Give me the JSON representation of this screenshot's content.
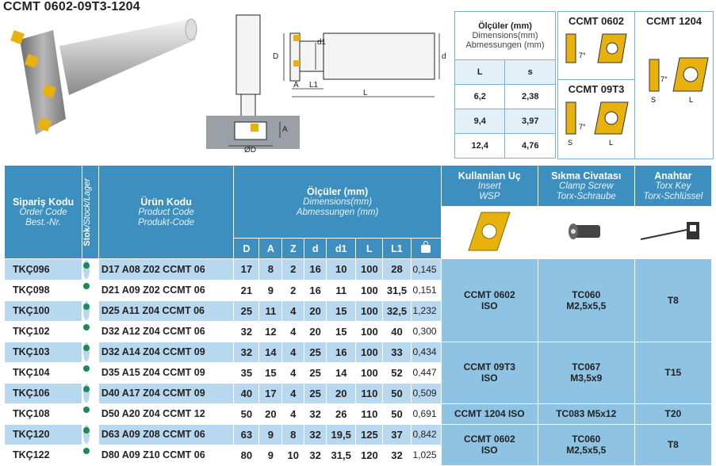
{
  "title": "CCMT 0602-09T3-1204",
  "dims_table": {
    "header_tr": "Ölçüler (mm)",
    "header_en": "Dimensions(mm)",
    "header_de": "Abmessungen (mm)",
    "col_l": "L",
    "col_s": "s",
    "rows": [
      {
        "l": "6,2",
        "s": "2,38"
      },
      {
        "l": "9,4",
        "s": "3,97"
      },
      {
        "l": "12,4",
        "s": "4,76"
      }
    ]
  },
  "insert_labels": {
    "a": "CCMT 0602",
    "b": "CCMT 1204",
    "c": "CCMT 09T3"
  },
  "drawing_labels": {
    "D": "D",
    "A": "A",
    "d1": "d1",
    "d": "d",
    "L1": "L1",
    "L": "L",
    "OD": "ØD",
    "A2": "A",
    "angle": "7°",
    "s": "S",
    "l": "L"
  },
  "headers": {
    "order_tr": "Sipariş Kodu",
    "order_en": "Order Code",
    "order_de": "Best.-Nr.",
    "stock_tr": "Stok",
    "stock_rest": "/Stock/Lager",
    "product_tr": "Ürün Kodu",
    "product_en": "Product Code",
    "product_de": "Produkt-Code",
    "dims_tr": "Ölçüler (mm)",
    "dims_en": "Dimensions(mm)",
    "dims_de": "Abmessungen (mm)",
    "insert_tr": "Kullanılan Uç",
    "insert_en": "Insert",
    "insert_de": "WSP",
    "screw_tr": "Sıkma Civatası",
    "screw_en": "Clamp Screw",
    "screw_de": "Torx-Schraube",
    "key_tr": "Anahtar",
    "key_en": "Torx Key",
    "key_de": "Torx-Schlüssel",
    "cols": [
      "D",
      "A",
      "Z",
      "d",
      "d1",
      "L",
      "L1"
    ]
  },
  "rows": [
    {
      "code": "TKÇ096",
      "prod": "D17 A08 Z02 CCMT 06",
      "D": "17",
      "A": "8",
      "Z": "2",
      "d": "16",
      "d1": "10",
      "L": "100",
      "L1": "28",
      "w": "0,145"
    },
    {
      "code": "TKÇ098",
      "prod": "D21 A09 Z02 CCMT 06",
      "D": "21",
      "A": "9",
      "Z": "2",
      "d": "16",
      "d1": "11",
      "L": "100",
      "L1": "31,5",
      "w": "0,151"
    },
    {
      "code": "TKÇ100",
      "prod": "D25 A11 Z04 CCMT 06",
      "D": "25",
      "A": "11",
      "Z": "4",
      "d": "20",
      "d1": "15",
      "L": "100",
      "L1": "32,5",
      "w": "1,232"
    },
    {
      "code": "TKÇ102",
      "prod": "D32 A12 Z04 CCMT 06",
      "D": "32",
      "A": "12",
      "Z": "4",
      "d": "20",
      "d1": "15",
      "L": "100",
      "L1": "40",
      "w": "0,300"
    },
    {
      "code": "TKÇ103",
      "prod": "D32 A14 Z04 CCMT 09",
      "D": "32",
      "A": "14",
      "Z": "4",
      "d": "25",
      "d1": "16",
      "L": "100",
      "L1": "33",
      "w": "0,434"
    },
    {
      "code": "TKÇ104",
      "prod": "D35 A15 Z04 CCMT 09",
      "D": "35",
      "A": "15",
      "Z": "4",
      "d": "25",
      "d1": "14",
      "L": "100",
      "L1": "52",
      "w": "0,447"
    },
    {
      "code": "TKÇ106",
      "prod": "D40 A17 Z04 CCMT 09",
      "D": "40",
      "A": "17",
      "Z": "4",
      "d": "25",
      "d1": "20",
      "L": "110",
      "L1": "50",
      "w": "0,509"
    },
    {
      "code": "TKÇ108",
      "prod": "D50 A20 Z04 CCMT 12",
      "D": "50",
      "A": "20",
      "Z": "4",
      "d": "32",
      "d1": "26",
      "L": "110",
      "L1": "50",
      "w": "0,691"
    },
    {
      "code": "TKÇ120",
      "prod": "D63 A09 Z08 CCMT 06",
      "D": "63",
      "A": "9",
      "Z": "8",
      "d": "32",
      "d1": "19,5",
      "L": "125",
      "L1": "37",
      "w": "0,842"
    },
    {
      "code": "TKÇ122",
      "prod": "D80 A09 Z10 CCMT 06",
      "D": "80",
      "A": "9",
      "Z": "10",
      "d": "32",
      "d1": "31,5",
      "L": "120",
      "L1": "32",
      "w": "1,025"
    }
  ],
  "groups": [
    {
      "insert_1": "CCMT 0602",
      "insert_2": "ISO",
      "screw_1": "TC060",
      "screw_2": "M2,5x5,5",
      "key": "T8"
    },
    {
      "insert_1": "CCMT 09T3",
      "insert_2": "ISO",
      "screw_1": "TC067",
      "screw_2": "M3,5x9",
      "key": "T15"
    },
    {
      "insert_1": "CCMT 1204 ISO",
      "screw_1": "TC083 M5x12",
      "key": "T20"
    },
    {
      "insert_1": "CCMT 0602",
      "insert_2": "ISO",
      "screw_1": "TC060",
      "screw_2": "M2,5x5,5",
      "key": "T8"
    }
  ],
  "colors": {
    "header": "#3d8fc0",
    "row_alt": "#b7d8ee",
    "group": "#8fc3e3",
    "stock_dot": "#1a8a5a",
    "insert_gold": "#e8b20e"
  }
}
